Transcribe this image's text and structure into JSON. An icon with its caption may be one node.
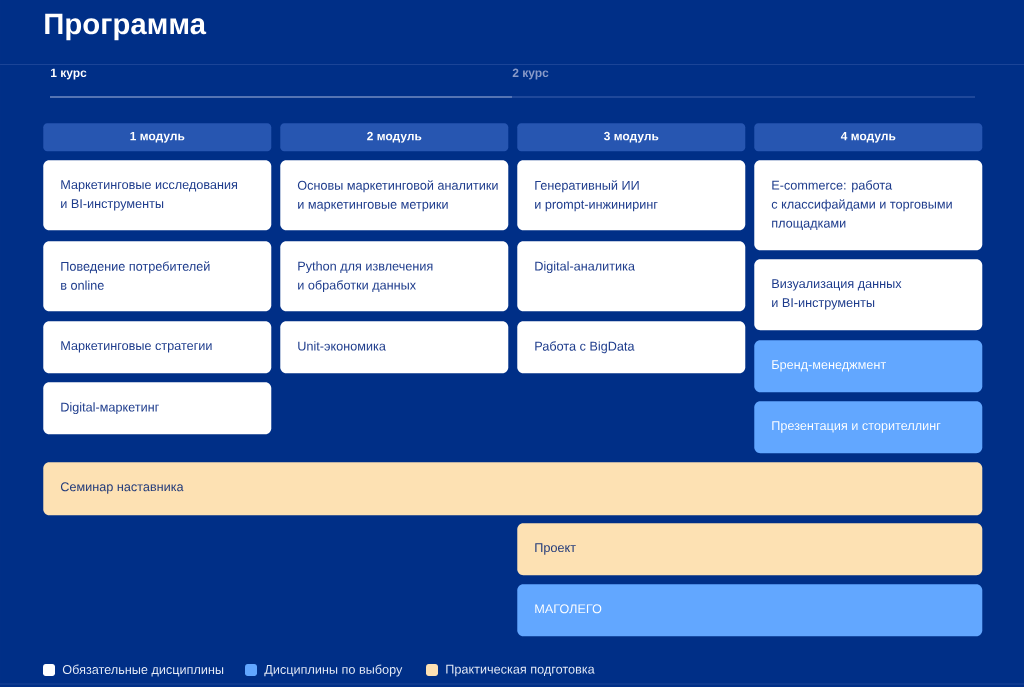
{
  "diagram": {
    "title": "Программа",
    "nodes": [
      {
        "text": [
          "1 модуль"
        ]
      },
      {
        "text": [
          "2 модуль"
        ]
      },
      {
        "text": [
          "3 модуль"
        ]
      },
      {
        "text": [
          "4 модуль"
        ]
      },
      {
        "text": [
          "Маркетинговые исследования и BI-инструменты"
        ]
      },
      {
        "text": [
          "Поведение потребителей в online"
        ]
      },
      {
        "text": [
          "Маркетинговые стратегии"
        ]
      },
      {
        "text": [
          "Digital-маркетинг"
        ]
      },
      {
        "text": [
          "Основы маркетинговой аналитики и маркетинговые метрики"
        ]
      },
      {
        "text": [
          "Python для извлечения и обработки данных"
        ]
      },
      {
        "text": [
          "Unit-экономика"
        ]
      },
      {
        "text": [
          "Генеративный ИИ и prompt-инжиниринг"
        ]
      },
      {
        "text": [
          "Digital-аналитика"
        ]
      },
      {
        "text": [
          "Работа с BigData"
        ]
      },
      {
        "text": [
          "E-commerce: работа с классифайдами и торговыми площадками"
        ]
      },
      {
        "text": [
          "Визуализация данных и BI-инструменты"
        ]
      },
      {
        "text": [
          "Бренд-менеджмент"
        ]
      },
      {
        "text": [
          "Презентация и сторителлинг"
        ]
      },
      {
        "text": [
          "Семинар наставника"
        ]
      },
      {
        "text": [
          "Проект"
        ]
      },
      {
        "text": [
          "МАГОЛЕГО"
        ]
      }
    ],
    "labels": [
      "1 курс",
      "2 курс"
    ],
    "legend": [
      {
        "text": "Обязательные дисциплины",
        "color": "#ffffff"
      },
      {
        "text": "Дисциплины по выбору",
        "color": "#62a7ff"
      },
      {
        "text": "Практическая подготовка",
        "color": "#fde1b3"
      }
    ]
  }
}
